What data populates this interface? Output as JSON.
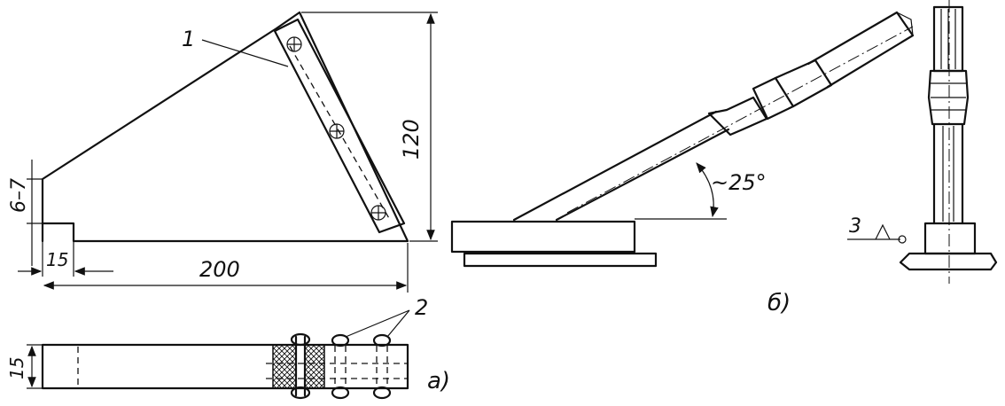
{
  "labels": {
    "part1": "1",
    "part2": "2",
    "part3": "3",
    "dim_thickness": "6–7",
    "dim_width_side": "15",
    "dim_length": "200",
    "dim_height": "120",
    "dim_width_bottom": "15",
    "angle": "~25°",
    "view_a": "а)",
    "view_b": "б)"
  }
}
